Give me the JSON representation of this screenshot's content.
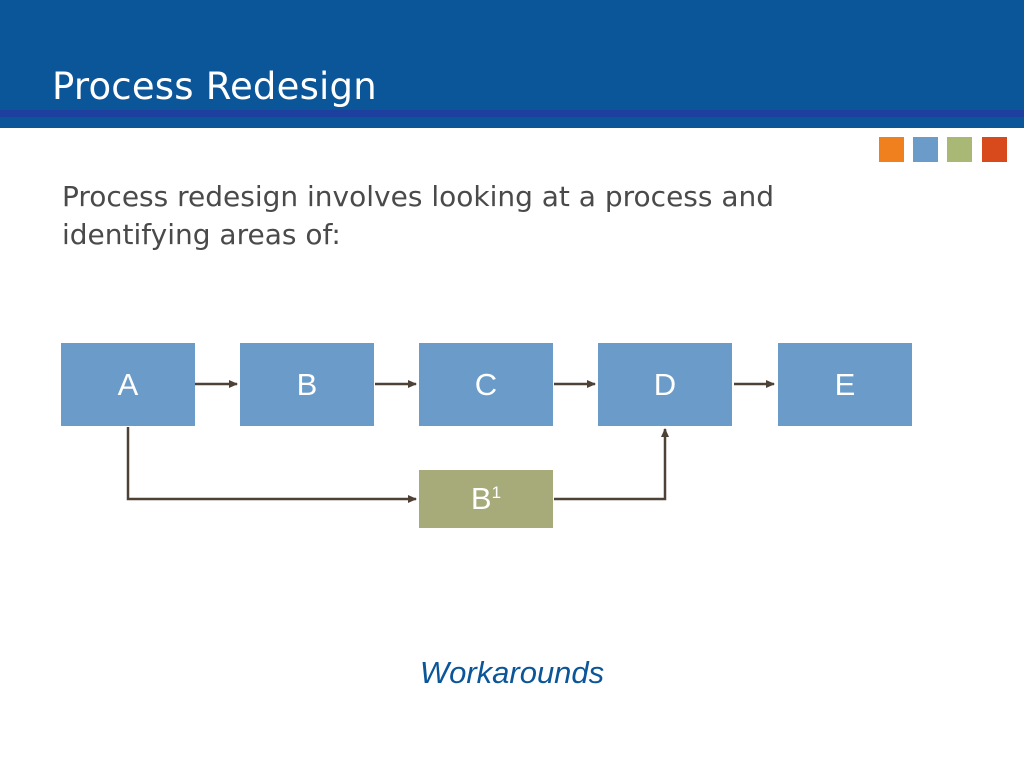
{
  "slide": {
    "title": "Process Redesign",
    "body": "Process redesign involves looking at a process and identifying areas of:",
    "caption": "Workarounds"
  },
  "decoration": {
    "square_colors": [
      "#f07f1d",
      "#6a9bc9",
      "#a9b874",
      "#d84a1b"
    ]
  },
  "diagram": {
    "steps": [
      {
        "id": "A",
        "label": "A"
      },
      {
        "id": "B",
        "label": "B"
      },
      {
        "id": "C",
        "label": "C"
      },
      {
        "id": "D",
        "label": "D"
      },
      {
        "id": "E",
        "label": "E"
      }
    ],
    "workaround": {
      "label": "B",
      "superscript": "1"
    },
    "edges": [
      [
        "A",
        "B"
      ],
      [
        "B",
        "C"
      ],
      [
        "C",
        "D"
      ],
      [
        "D",
        "E"
      ],
      [
        "A",
        "B1"
      ],
      [
        "B1",
        "D"
      ]
    ],
    "colors": {
      "step": "#6a9bc9",
      "workaround": "#a7ab79",
      "connector": "#4e4136"
    }
  }
}
